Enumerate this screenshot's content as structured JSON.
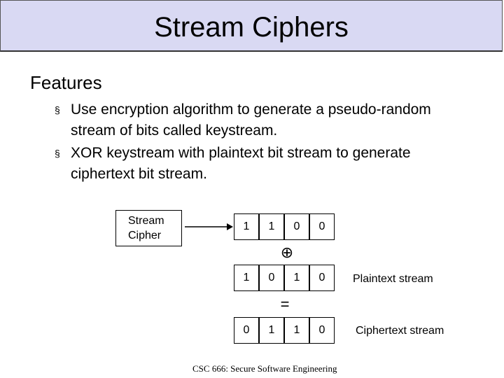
{
  "slide": {
    "title": "Stream Ciphers",
    "heading": "Features",
    "bullets": [
      {
        "marker": "§",
        "text": "Use encryption algorithm to generate a pseudo-random stream of bits called keystream."
      },
      {
        "marker": "§",
        "text": "XOR keystream with plaintext bit stream to generate ciphertext bit stream."
      }
    ],
    "footer": "CSC 666: Secure Software Engineering"
  },
  "diagram": {
    "cipher_box": [
      "Stream",
      "Cipher"
    ],
    "keystream": [
      "1",
      "1",
      "0",
      "0"
    ],
    "xor_symbol": "⊕",
    "plaintext": [
      "1",
      "0",
      "1",
      "0"
    ],
    "plaintext_label": "Plaintext stream",
    "equals_symbol": "=",
    "ciphertext": [
      "0",
      "1",
      "1",
      "0"
    ],
    "ciphertext_label": "Ciphertext stream"
  },
  "colors": {
    "title_bar": "#d9d9f3"
  }
}
